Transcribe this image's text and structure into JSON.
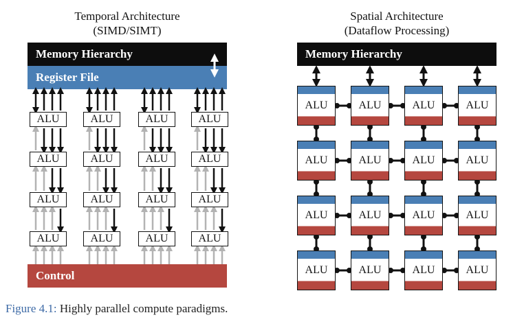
{
  "colors": {
    "memory": "#0d0d0d",
    "register": "#4a7fb5",
    "control": "#b5473f",
    "arrow_dark": "#111111",
    "arrow_light": "#b3b3b3",
    "caption_label": "#3d6aa6"
  },
  "temporal": {
    "title_line1": "Temporal Architecture",
    "title_line2": "(SIMD/SIMT)",
    "memory_label": "Memory Hierarchy",
    "register_label": "Register File",
    "control_label": "Control",
    "alu_label": "ALU",
    "columns": 4,
    "rows": 4,
    "bidirectional_icon": "double-arrow-icon"
  },
  "spatial": {
    "title_line1": "Spatial Architecture",
    "title_line2": "(Dataflow Processing)",
    "memory_label": "Memory Hierarchy",
    "alu_label": "ALU",
    "columns": 4,
    "rows": 4
  },
  "caption": {
    "label": "Figure 4.1:",
    "text": " Highly parallel compute paradigms."
  }
}
